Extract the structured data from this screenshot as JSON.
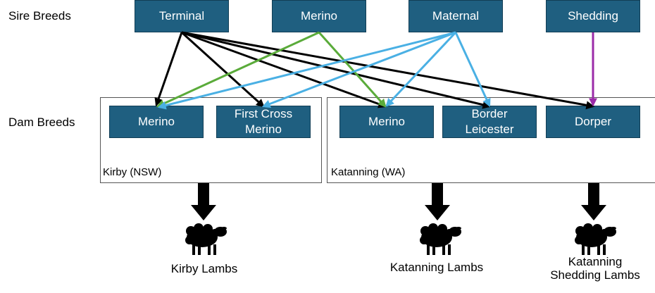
{
  "labels": {
    "sire_row": "Sire Breeds",
    "dam_row": "Dam Breeds"
  },
  "sires": {
    "terminal": "Terminal",
    "merino": "Merino",
    "maternal": "Maternal",
    "shedding": "Shedding"
  },
  "groups": {
    "kirby": {
      "label": "Kirby (NSW)",
      "dams": {
        "merino": "Merino",
        "first_cross": "First Cross\nMerino"
      }
    },
    "katanning": {
      "label": "Katanning (WA)",
      "dams": {
        "merino": "Merino",
        "border": "Border\nLeicester",
        "dorper": "Dorper"
      }
    }
  },
  "outcomes": {
    "kirby": "Kirby Lambs",
    "katanning": "Katanning Lambs",
    "shedding": "Katanning\nShedding Lambs"
  },
  "colors": {
    "box_fill": "#1f5f80",
    "terminal_arrows": "#000000",
    "merino_arrows": "#5aab3a",
    "maternal_arrows": "#4ab0e4",
    "shedding_arrow": "#9b2ba8"
  }
}
